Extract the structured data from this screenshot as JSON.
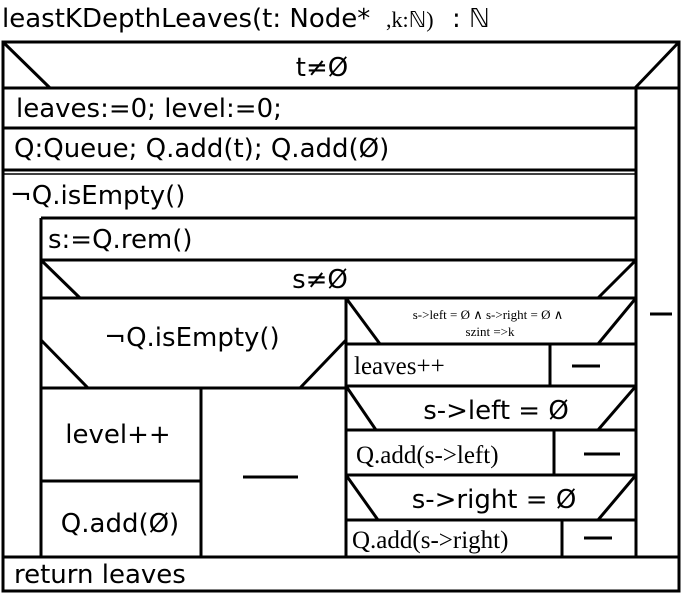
{
  "signature": {
    "name": "leastKDepthLeaves(t: Node*",
    "params_rest": ",k:ℕ)",
    "return_type": ": ℕ"
  },
  "outer_condition": "t≠Ø",
  "outer_else": "—",
  "init_1": "leaves:=0; level:=0;",
  "init_2": "Q:Queue; Q.add(t); Q.add(Ø)",
  "loop_condition": "¬Q.isEmpty()",
  "pop": "s:=Q.rem()",
  "s_condition": "s≠Ø",
  "inner_else_condition": "¬Q.isEmpty()",
  "level_inc": "level++",
  "add_null": "Q.add(Ø)",
  "inner_else_skip": "—",
  "leaf_condition_line1": "s->left = Ø  ∧ s->right = Ø  ∧",
  "leaf_condition_line2": "szint =>k",
  "leaves_inc": "leaves++",
  "leaves_skip": "—",
  "left_condition": "s->left = Ø",
  "add_left": "Q.add(s->left)",
  "left_skip": "—",
  "right_condition": "s->right = Ø",
  "add_right": "Q.add(s->right)",
  "right_skip": "—",
  "return_stmt": "return leaves"
}
